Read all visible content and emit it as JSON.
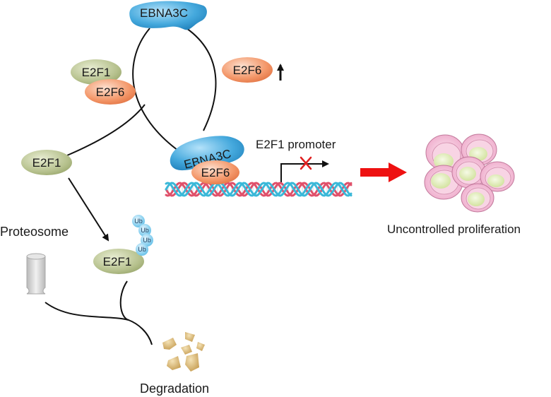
{
  "labels": {
    "ebna3c_top": "EBNA3C",
    "ebna3c_bound": "EBNA3C",
    "e2f1_complex": "E2F1",
    "e2f6_complex": "E2F6",
    "e2f6_up": "E2F6",
    "e2f6_bound": "E2F6",
    "e2f1_free": "E2F1",
    "e2f1_ub": "E2F1",
    "promoter": "E2F1 promoter",
    "proteosome": "Proteosome",
    "degradation": "Degradation",
    "uncontrolled": "Uncontrolled proliferation"
  },
  "ub_tags": [
    "Ub",
    "Ub",
    "Ub",
    "Ub"
  ],
  "colors": {
    "ebna3c": "#3a9fd6",
    "e2f1": "#b7c28e",
    "e2f6": "#f08a5d",
    "dna_red": "#e0506a",
    "dna_blue": "#3ab8d8",
    "red_arrow": "#ee1111",
    "cell": "#f0b6d2",
    "nucleus": "#dfecb4",
    "debris": "#d6b46e",
    "proteosome": "#d0d0d0",
    "ub": "#8ecff0"
  }
}
